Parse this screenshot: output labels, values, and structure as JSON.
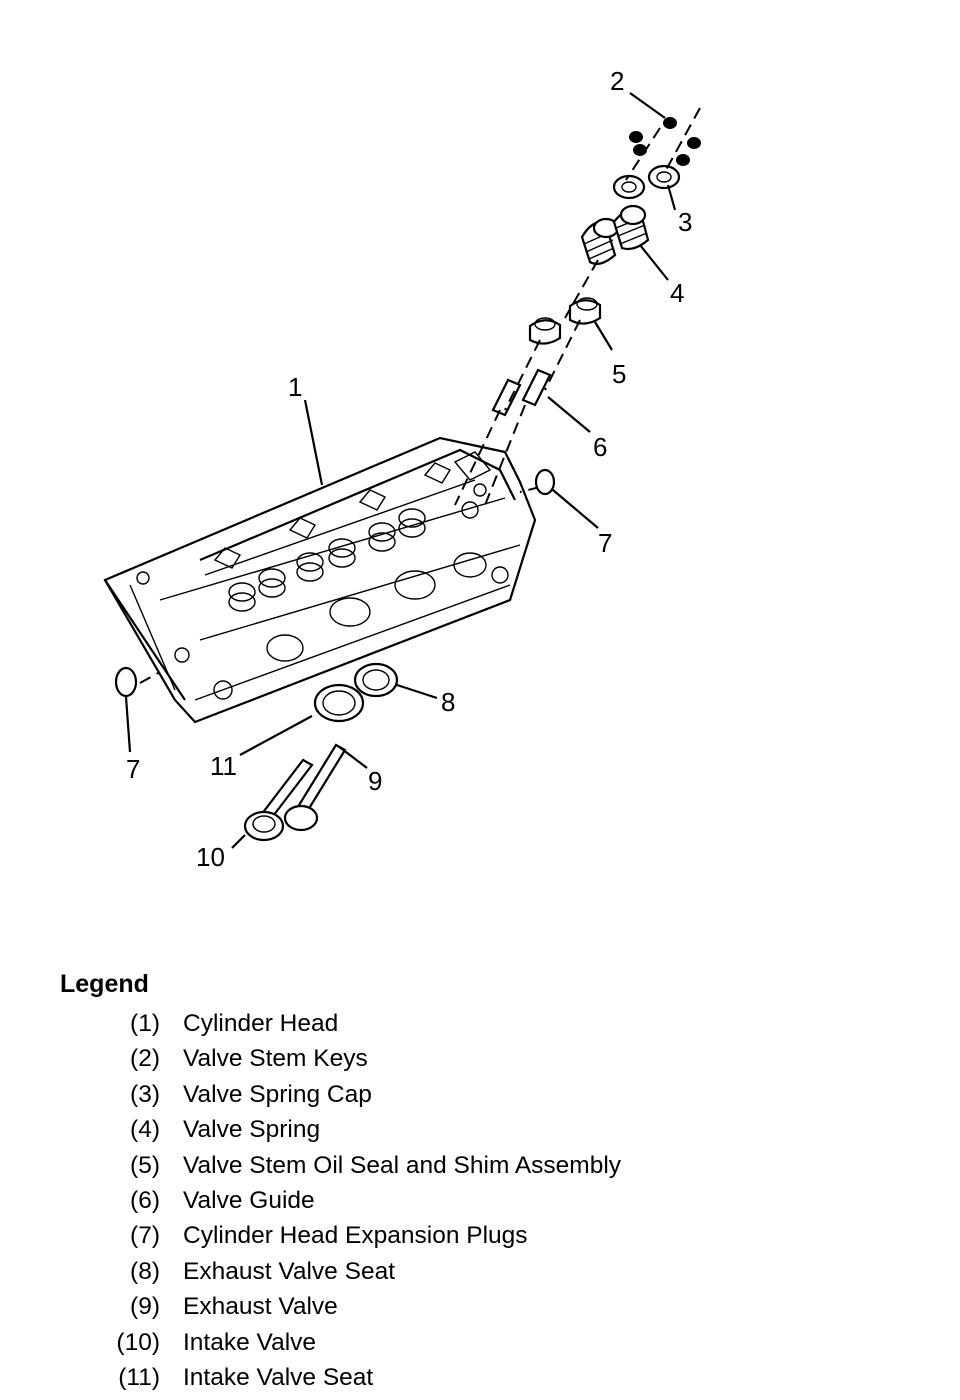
{
  "callouts": [
    "1",
    "2",
    "3",
    "4",
    "5",
    "6",
    "7",
    "7",
    "8",
    "9",
    "10",
    "11"
  ],
  "legend": {
    "title": "Legend",
    "items": [
      {
        "num": "(1)",
        "name": "Cylinder Head"
      },
      {
        "num": "(2)",
        "name": "Valve Stem Keys"
      },
      {
        "num": "(3)",
        "name": "Valve Spring Cap"
      },
      {
        "num": "(4)",
        "name": "Valve Spring"
      },
      {
        "num": "(5)",
        "name": "Valve Stem Oil Seal and Shim Assembly"
      },
      {
        "num": "(6)",
        "name": "Valve Guide"
      },
      {
        "num": "(7)",
        "name": "Cylinder Head Expansion Plugs"
      },
      {
        "num": "(8)",
        "name": "Exhaust Valve Seat"
      },
      {
        "num": "(9)",
        "name": "Exhaust Valve"
      },
      {
        "num": "(10)",
        "name": "Intake Valve"
      },
      {
        "num": "(11)",
        "name": "Intake Valve Seat"
      }
    ]
  }
}
